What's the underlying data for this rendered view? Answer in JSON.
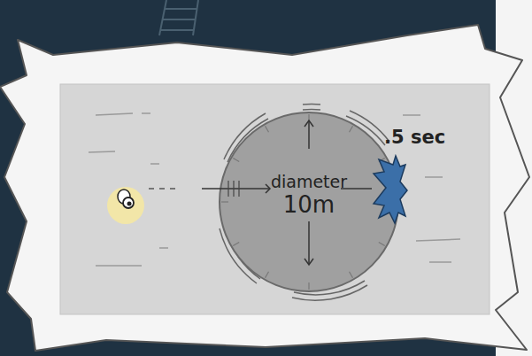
{
  "diagram": {
    "nodes": [
      {
        "text": [
          "diameter",
          "10m"
        ]
      }
    ],
    "labels": [
      ".5 sec"
    ]
  }
}
